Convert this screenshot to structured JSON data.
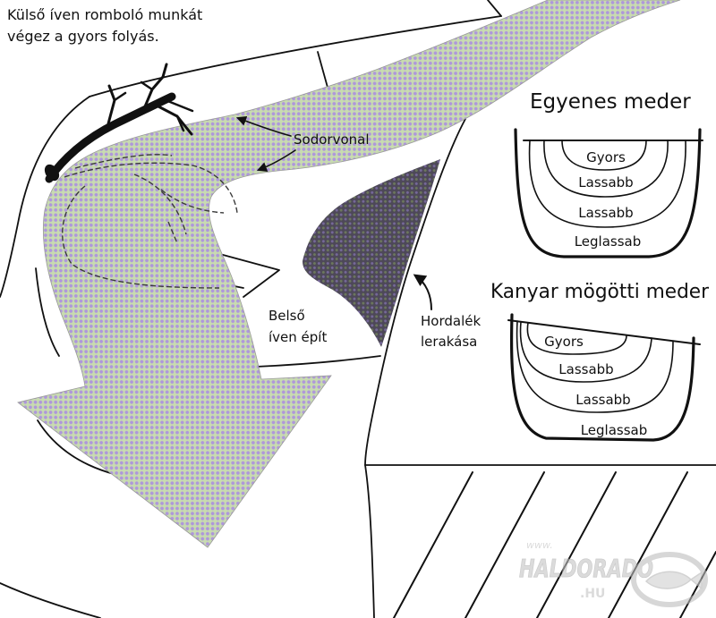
{
  "caption": {
    "line1": "Külső íven romboló munkát",
    "line2": "végez a gyors folyás."
  },
  "labels": {
    "sodorvonal": "Sodorvonal",
    "inner_bank": {
      "line1": "Belső",
      "line2": "íven épít"
    },
    "deposit": {
      "line1": "Hordalék",
      "line2": "lerakása"
    }
  },
  "cross_sections": [
    {
      "title": "Egyenes meder",
      "zones": [
        "Gyors",
        "Lassabb",
        "Lassabb",
        "Leglassab"
      ]
    },
    {
      "title": "Kanyar mögötti meder",
      "zones": [
        "Gyors",
        "Lassabb",
        "Lassabb",
        "Leglassab"
      ]
    }
  ],
  "watermark": {
    "prefix": "www.",
    "name": "HALDORADO",
    "suffix": ".HU"
  },
  "colors": {
    "stream_purple": "#ae97db",
    "stream_green": "#c8dbb0",
    "deposit_dark": "#4d4858",
    "deposit_dots": "#76689a",
    "ink": "#111111"
  }
}
